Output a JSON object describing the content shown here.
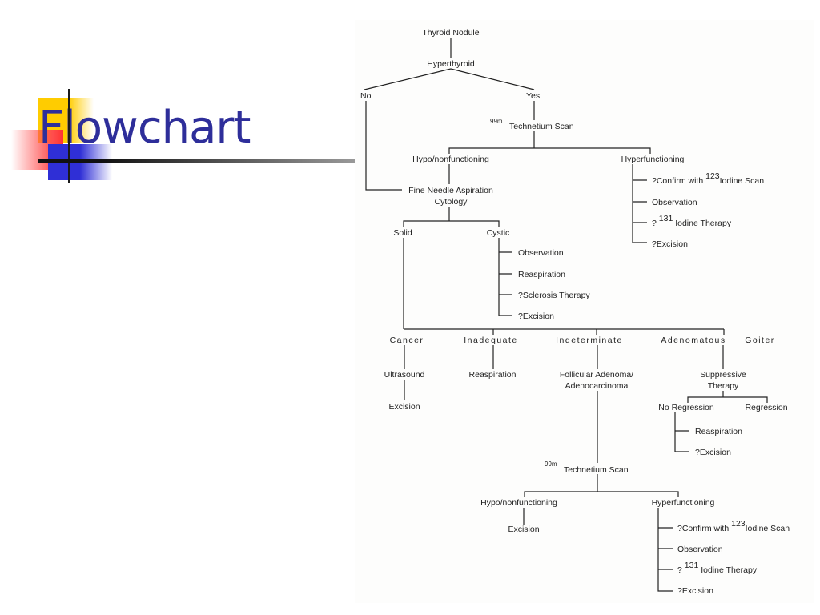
{
  "slide": {
    "title": "Flowchart"
  },
  "flowchart": {
    "root": "Thyroid Nodule",
    "q1": "Hyperthyroid",
    "no": "No",
    "yes": "Yes",
    "scan1": {
      "sup": "99m",
      "label": "Technetium Scan"
    },
    "hypo1": "Hypo/nonfunctioning",
    "hyper1": "Hyperfunctioning",
    "hyper1_items": [
      {
        "pre": "?Confirm  with ",
        "sup": "123",
        "post": "Iodine Scan"
      },
      {
        "pre": "Observation",
        "sup": "",
        "post": ""
      },
      {
        "pre": "? ",
        "sup": "131",
        "post": " Iodine Therapy"
      },
      {
        "pre": "?Excision",
        "sup": "",
        "post": ""
      }
    ],
    "fna_line1": "Fine Needle Aspiration",
    "fna_line2": "Cytology",
    "solid": "Solid",
    "cystic": "Cystic",
    "cystic_items": [
      "Observation",
      "Reaspiration",
      "?Sclerosis  Therapy",
      "?Excision"
    ],
    "cancer": "Cancer",
    "inadequate": "Inadequate",
    "indeterminate": "Indeterminate",
    "adenomatous": "Adenomatous",
    "goiter": "Goiter",
    "ultrasound": "Ultrasound",
    "excision1": "Excision",
    "reaspiration1": "Reaspiration",
    "follicular_line1": "Follicular  Adenoma/",
    "follicular_line2": "Adenocarcinoma",
    "suppressive_line1": "Suppressive",
    "suppressive_line2": "Therapy",
    "no_regression": "No Regression",
    "regression": "Regression",
    "noreg_items": [
      "Reaspiration",
      "?Excision"
    ],
    "scan2": {
      "sup": "99m",
      "label": "Technetium Scan"
    },
    "hypo2": "Hypo/nonfunctioning",
    "excision2": "Excision",
    "hyper2": "Hyperfunctioning",
    "hyper2_items": [
      {
        "pre": "?Confirm  with ",
        "sup": "123",
        "post": "Iodine Scan"
      },
      {
        "pre": "Observation",
        "sup": "",
        "post": ""
      },
      {
        "pre": "? ",
        "sup": "131",
        "post": " Iodine Therapy"
      },
      {
        "pre": "?Excision",
        "sup": "",
        "post": ""
      }
    ]
  },
  "colors": {
    "title": "#2e2e9a",
    "yellow": "#ffcc00",
    "red": "#ff4d4d",
    "blue": "#2f2fd6"
  }
}
